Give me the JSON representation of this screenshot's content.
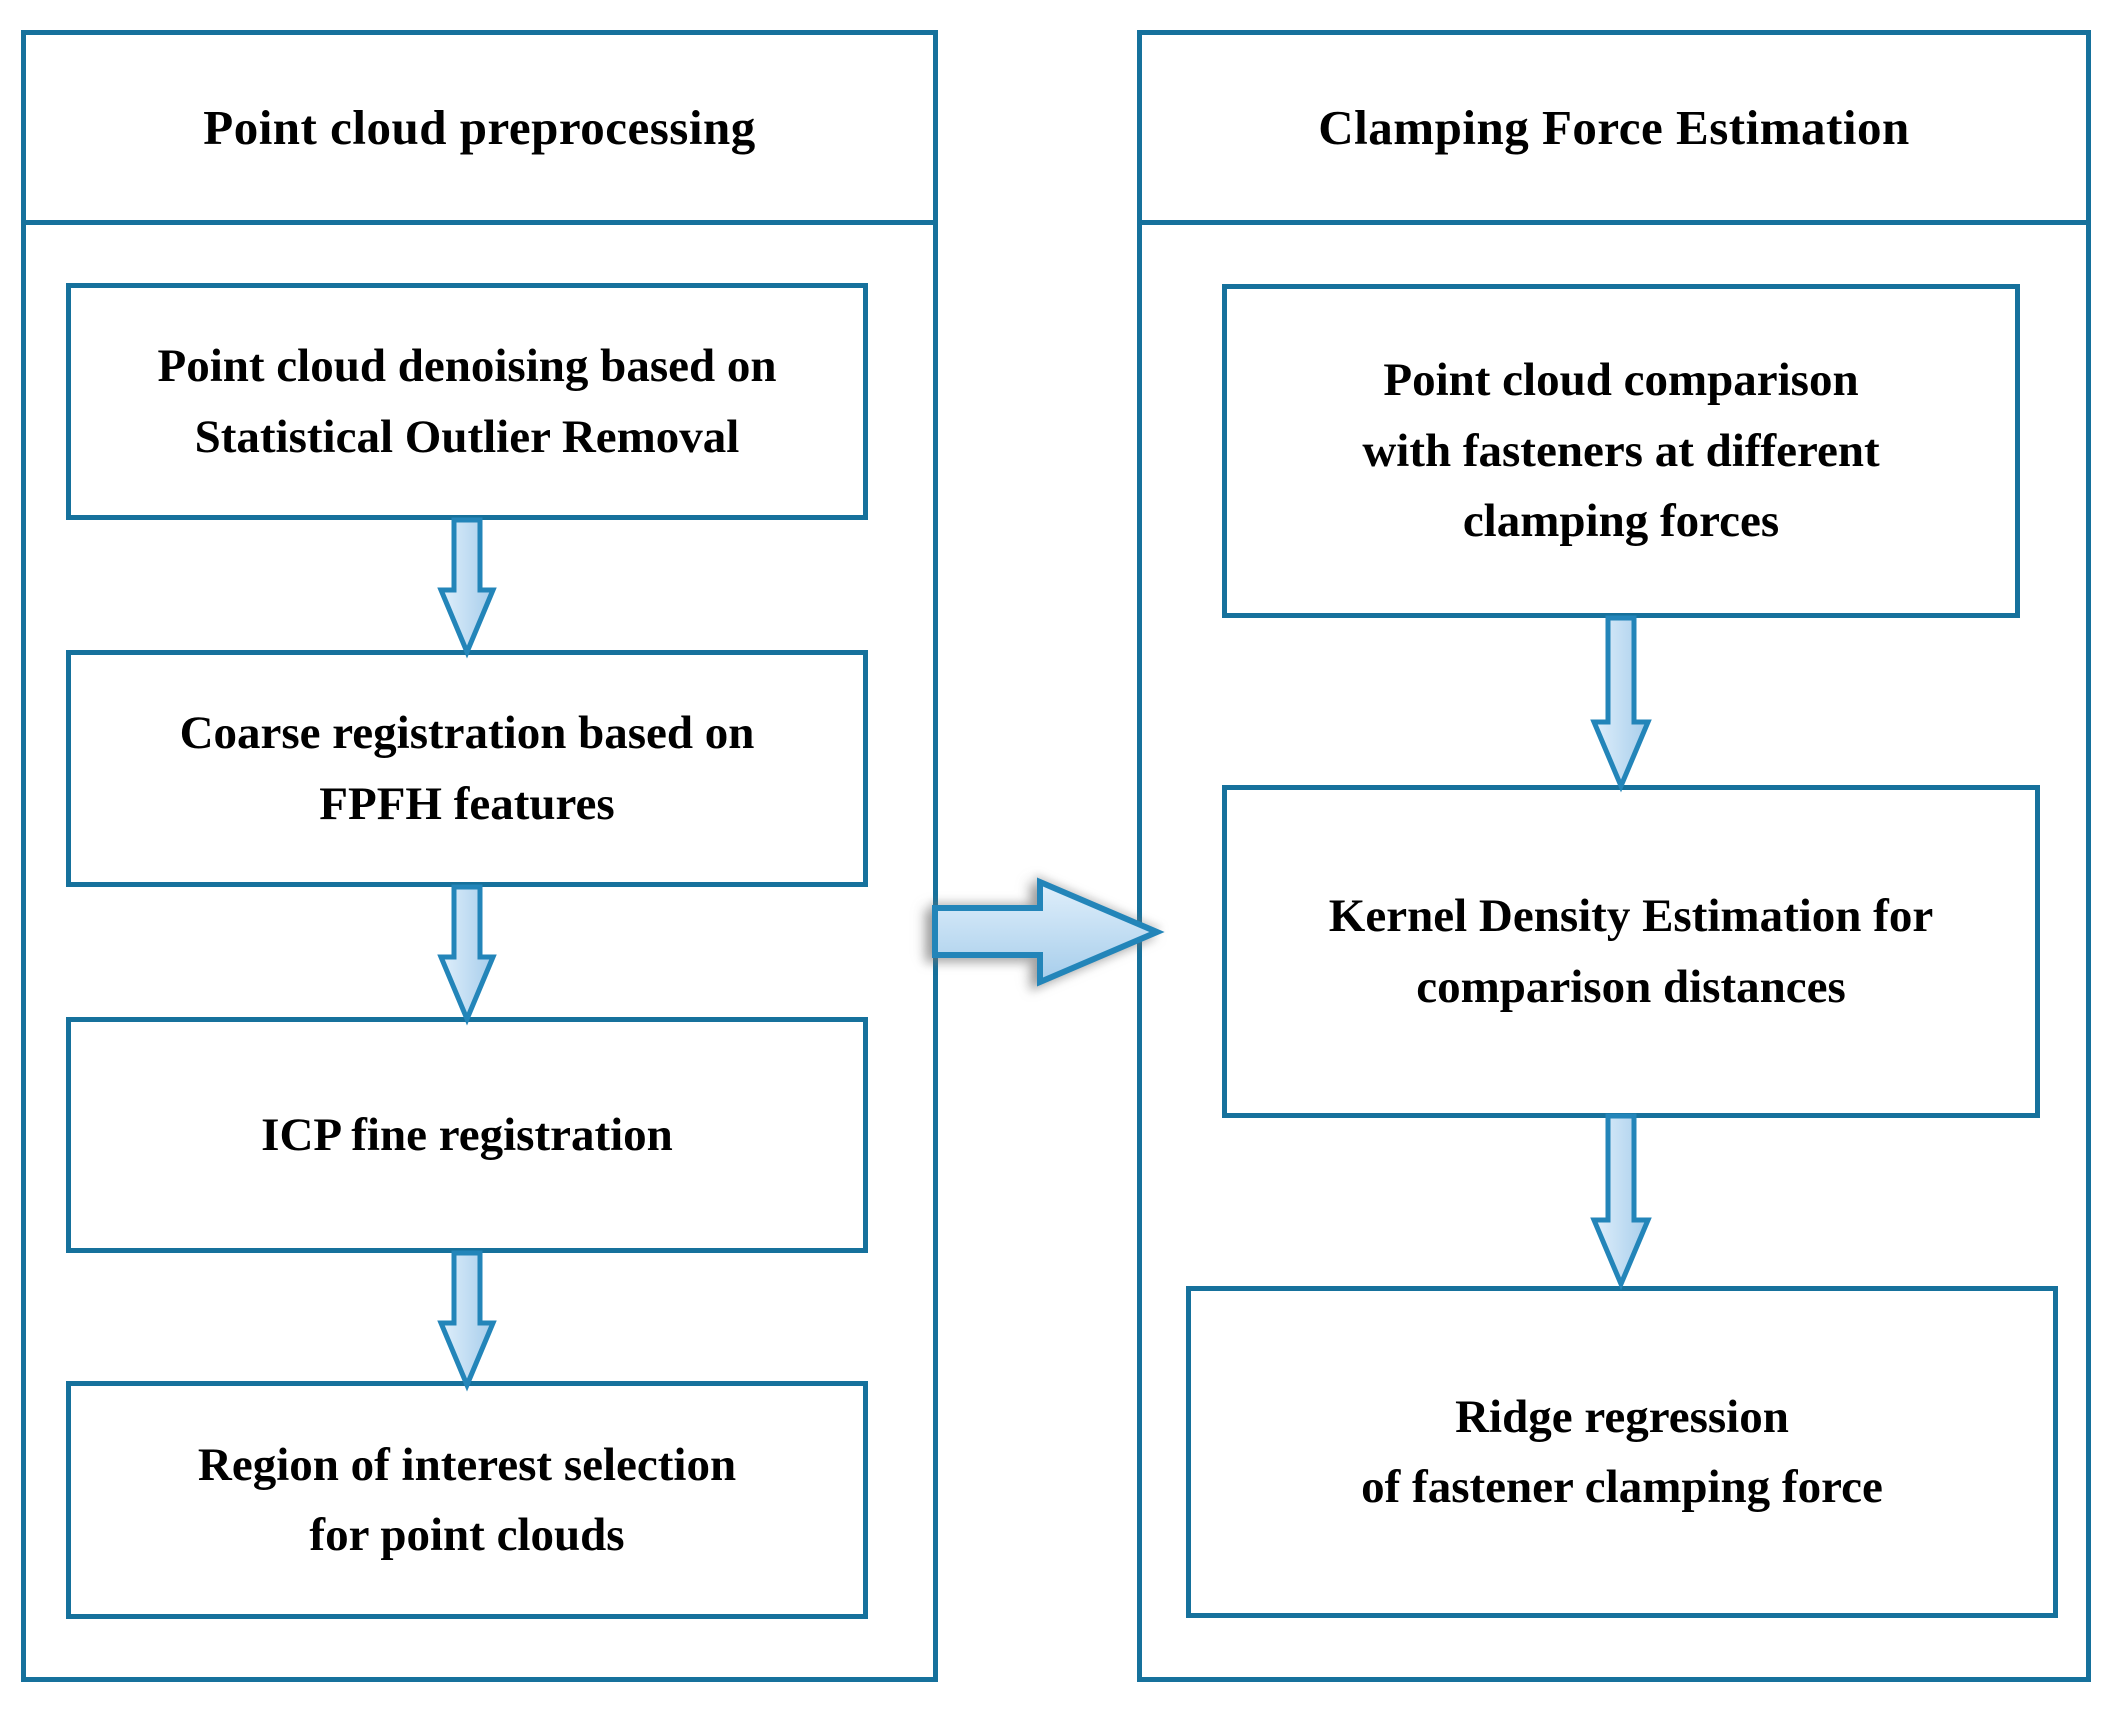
{
  "colors": {
    "panel_border": "#16719c",
    "arrow_border": "#2385b9",
    "arrow_fill_light": "#e0effb",
    "arrow_fill_dark": "#a6cdeb",
    "text": "#000000",
    "background": "#ffffff"
  },
  "left_panel": {
    "title": "Point cloud preprocessing",
    "boxes": [
      {
        "label": "Point cloud denoising based on\nStatistical Outlier Removal"
      },
      {
        "label": "Coarse registration based on\nFPFH features"
      },
      {
        "label": "ICP fine registration"
      },
      {
        "label": "Region of interest selection\nfor point clouds"
      }
    ]
  },
  "right_panel": {
    "title": "Clamping Force Estimation",
    "boxes": [
      {
        "label": "Point cloud comparison\nwith fasteners at different\nclamping forces"
      },
      {
        "label": "Kernel Density Estimation for\ncomparison distances"
      },
      {
        "label": "Ridge regression\nof fastener clamping force"
      }
    ]
  }
}
